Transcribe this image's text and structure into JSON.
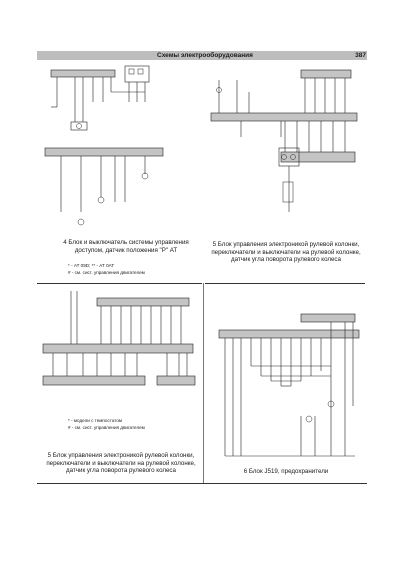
{
  "header": {
    "title": "Схемы электрооборудования",
    "page_number": "387"
  },
  "panels": [
    {
      "caption": "4 Блок и выключатель системы управления доступом, датчик положения \"Р\" АТ",
      "notes": [
        "* - АТ 09D;   ** - АТ 0AT",
        "# - см. сист. управления двигателем"
      ]
    },
    {
      "caption": "5 Блок управления электроникой рулевой колонки, переключатели и выключатели на рулевой колонке, датчик угла поворота рулевого колеса",
      "notes": []
    },
    {
      "caption": "5 Блок управления электроникой рулевой колонки, переключатели и выключатели на рулевой колонке, датчик угла поворота рулевого колеса",
      "notes": [
        "* - модели с темпостатом",
        "# - см. сист. управления двигателем"
      ]
    },
    {
      "caption": "6 Блок J519, предохранители",
      "notes": []
    }
  ],
  "colors": {
    "bar": "#c4c4c4",
    "bar_dark": "#555555",
    "line": "#1a1a1a",
    "header": "#bdbdbd"
  }
}
